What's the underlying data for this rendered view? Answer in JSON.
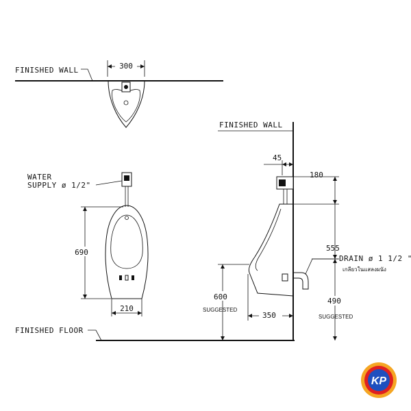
{
  "labels": {
    "finished_wall_top": "FINISHED WALL",
    "finished_wall_side": "FINISHED WALL",
    "water_supply_line1": "WATER",
    "water_supply_line2": "SUPPLY ø 1/2\"",
    "finished_floor": "FINISHED FLOOR",
    "drain": "DRAIN ø 1 1/2 \"",
    "drain_thai": "เกลียวในแสลงผนัง",
    "suggested_600": "SUGGESTED",
    "suggested_490": "SUGGESTED"
  },
  "dimensions": {
    "top_width": "300",
    "height": "690",
    "base_width": "210",
    "wall_offset": "45",
    "supply_offset": "180",
    "drain_height": "555",
    "rim_height": "600",
    "depth": "350",
    "drain_suggested": "490"
  },
  "logo": {
    "text": "KP",
    "colors": {
      "ring_outer": "#f5a623",
      "ring_inner": "#e02020",
      "center": "#1e4fbf"
    }
  }
}
